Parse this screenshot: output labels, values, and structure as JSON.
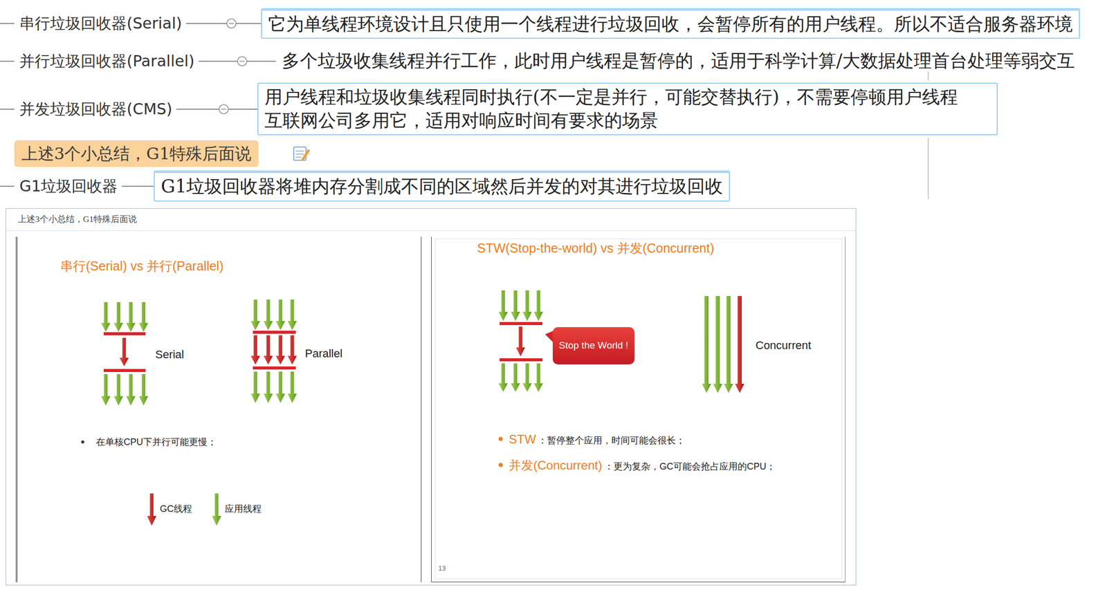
{
  "diagram": {
    "nodes": [
      {
        "text": [
          "串行垃圾回收器(Serial)"
        ]
      },
      {
        "text": [
          "它为单线程环境设计且只使用一个线程进行垃圾回收，会暂停所有的用户线程。所以不适合服务器环境"
        ]
      },
      {
        "text": [
          "并行垃圾回收器(Parallel)"
        ]
      },
      {
        "text": [
          "多个垃圾收集线程并行工作，此时用户线程是暂停的，适用于科学计算/大数据处理首台处理等弱交互"
        ]
      },
      {
        "text": [
          "并发垃圾回收器(CMS)"
        ]
      },
      {
        "text": [
          "用户线程和垃圾收集线程同时执行(不一定是并行，可能交替执行)，不需要停顿用户线程 互联网公司多用它，适用对响应时间有要求的场景"
        ]
      },
      {
        "text": [
          "上述3个小总结，G1特殊后面说"
        ]
      },
      {
        "text": [
          "G1垃圾回收器"
        ]
      },
      {
        "text": [
          "G1垃圾回收器将堆内存分割成不同的区域然后并发的对其进行垃圾回收"
        ]
      },
      {
        "text": [
          "上述3个小总结，G1特殊后面说"
        ]
      },
      {
        "text": [
          "串行(Serial) vs 并行(Parallel)",
          "在单核CPU下并行可能更慢；"
        ],
        "in": 9
      },
      {
        "text": [
          "STW(Stop-the-world) vs 并发(Concurrent)",
          "STW",
          "：暂停整个应用，时间可能会很长；",
          "并发(Concurrent)",
          "：更为复杂，GC可能会抢占应用的CPU；"
        ],
        "in": 9
      },
      {
        "text": [
          "Stop the World !"
        ],
        "in": 11
      }
    ],
    "edges": [
      {
        "from": 0,
        "to": 1,
        "arrow": "none"
      },
      {
        "from": 2,
        "to": 3,
        "arrow": "none"
      },
      {
        "from": 4,
        "to": 5,
        "arrow": "none"
      },
      {
        "from": 7,
        "to": 8,
        "arrow": "none"
      }
    ],
    "labels": [
      "Serial",
      "Parallel",
      "Concurrent",
      "13"
    ],
    "legend": [
      {
        "text": "GC线程"
      },
      {
        "text": "应用线程"
      }
    ]
  }
}
